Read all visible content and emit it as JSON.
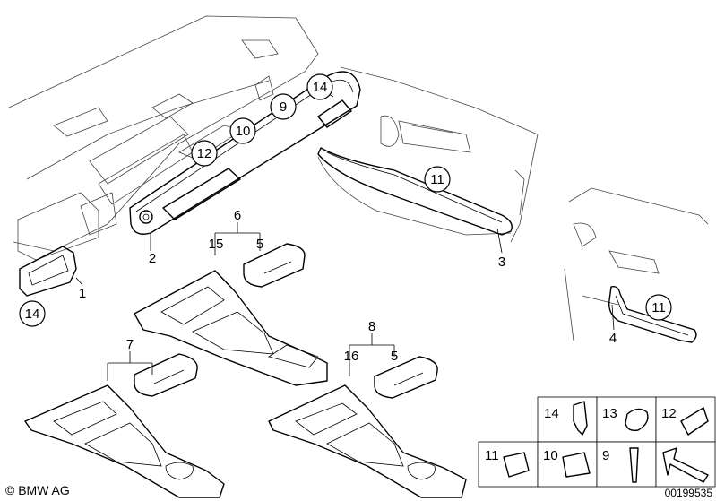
{
  "callouts": {
    "c14_top": "14",
    "c9": "9",
    "c10": "10",
    "c12": "12",
    "c11_door": "11",
    "c14_left": "14",
    "c11_right": "11"
  },
  "labels": {
    "l1": "1",
    "l2": "2",
    "l3": "3",
    "l4": "4",
    "l6": "6",
    "l15": "15",
    "l5a": "5",
    "l7": "7",
    "l8": "8",
    "l16": "16",
    "l5b": "5"
  },
  "parts_grid": {
    "p14": "14",
    "p13": "13",
    "p12": "12",
    "p11": "11",
    "p10": "10",
    "p9": "9"
  },
  "footer": {
    "brand": "© BMW AG",
    "drawing_number": "00199535"
  }
}
